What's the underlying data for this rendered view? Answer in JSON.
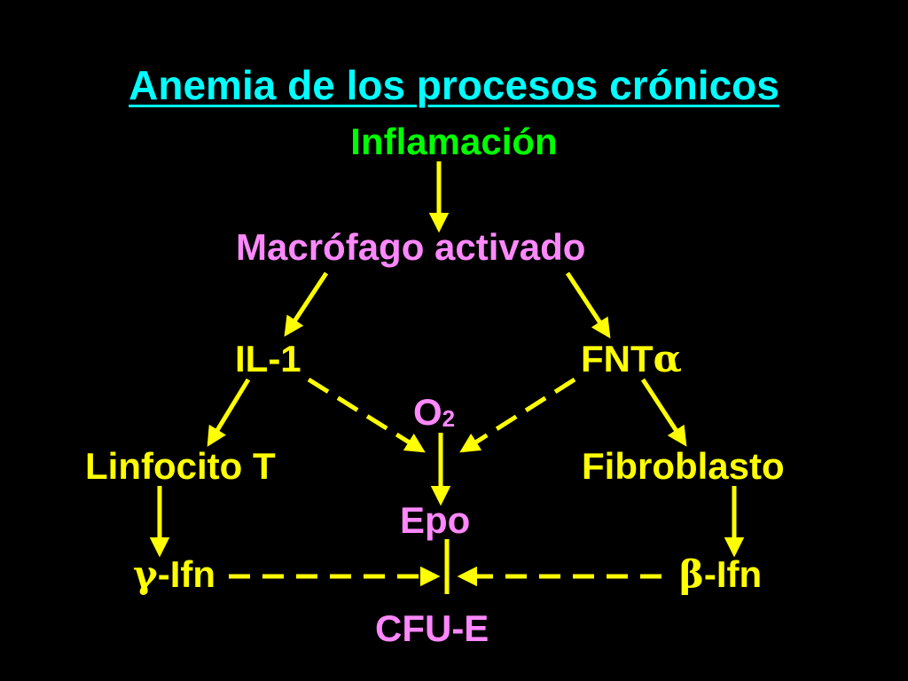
{
  "title": "Anemia de los procesos crónicos",
  "subtitle": "Inflamación",
  "nodes": {
    "macrofago": "Macrófago activado",
    "il1": "IL-1",
    "fnt_text": "FNT",
    "fnt_symbol": "α",
    "o2_text": "O",
    "o2_sub": "2",
    "linfocito": "Linfocito T",
    "fibroblasto": "Fibroblasto",
    "epo": "Epo",
    "gamma_symbol": "γ",
    "gamma_text": "-Ifn",
    "beta_symbol": "β",
    "beta_text": "-Ifn",
    "cfue": "CFU-E"
  },
  "colors": {
    "background": "#000000",
    "title": "#00FFFF",
    "subtitle": "#00FF00",
    "pink_nodes": "#FF88FF",
    "yellow_nodes": "#FFFF00",
    "arrows": "#FFFF00"
  }
}
